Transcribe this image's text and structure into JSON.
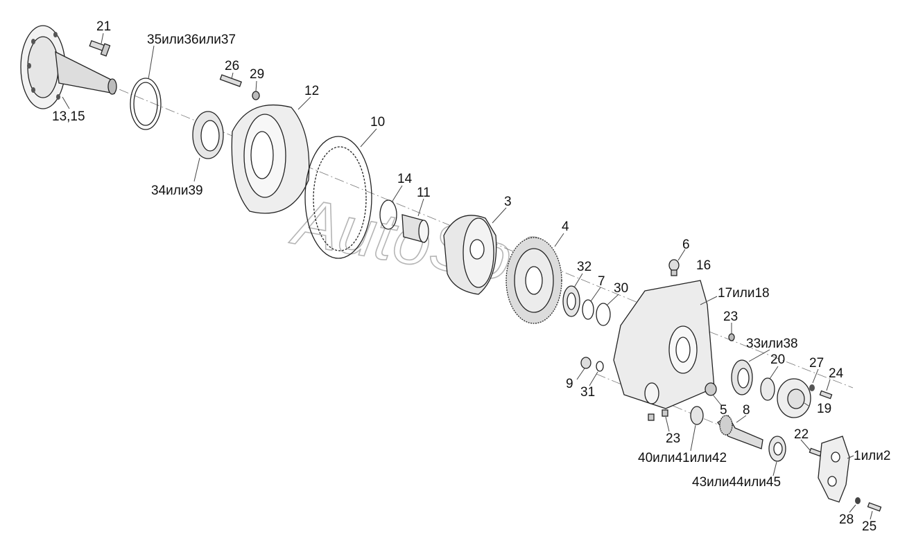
{
  "watermark": "AutoSoft",
  "labels": {
    "l21": "21",
    "l353637": "35или36или37",
    "l1315": "13,15",
    "l26": "26",
    "l29": "29",
    "l12": "12",
    "l3439": "34или39",
    "l10": "10",
    "l14": "14",
    "l11": "11",
    "l3": "3",
    "l4": "4",
    "l6": "6",
    "l16": "16",
    "l32": "32",
    "l7": "7",
    "l30": "30",
    "l1718": "17или18",
    "l23a": "23",
    "l3338": "33или38",
    "l20": "20",
    "l27": "27",
    "l24": "24",
    "l9": "9",
    "l31": "31",
    "l5": "5",
    "l8": "8",
    "l19": "19",
    "l22": "22",
    "l23b": "23",
    "l404142": "40или41или42",
    "l12r": "1или2",
    "l434445": "43или44или45",
    "l28": "28",
    "l25": "25"
  }
}
